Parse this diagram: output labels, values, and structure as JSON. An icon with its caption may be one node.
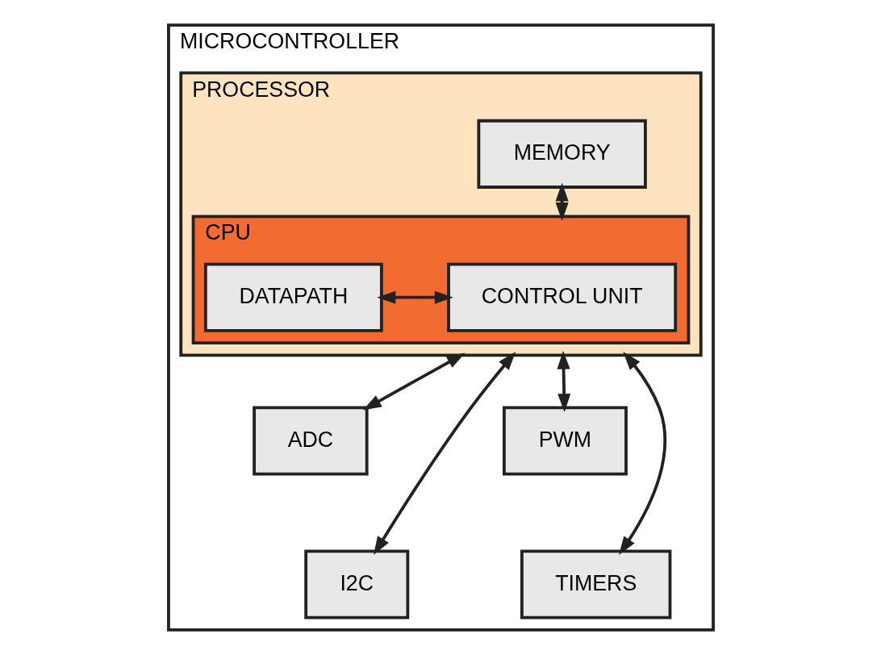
{
  "diagram": {
    "nodes": [
      {
        "text": [
          "MICROCONTROLLER"
        ]
      },
      {
        "text": [
          "PROCESSOR"
        ],
        "in": 0
      },
      {
        "text": [
          "MEMORY"
        ],
        "in": 1
      },
      {
        "text": [
          "CPU"
        ],
        "in": 1
      },
      {
        "text": [
          "DATAPATH"
        ],
        "in": 3
      },
      {
        "text": [
          "CONTROL UNIT"
        ],
        "in": 3
      },
      {
        "text": [
          "ADC"
        ],
        "in": 0
      },
      {
        "text": [
          "I2C"
        ],
        "in": 0
      },
      {
        "text": [
          "PWM"
        ],
        "in": 0
      },
      {
        "text": [
          "TIMERS"
        ],
        "in": 0
      }
    ],
    "edges": [
      {
        "from": 2,
        "to": 3,
        "arrow": "both"
      },
      {
        "from": 4,
        "to": 5,
        "arrow": "both"
      },
      {
        "from": 1,
        "to": 6,
        "arrow": "both"
      },
      {
        "from": 1,
        "to": 7,
        "arrow": "both"
      },
      {
        "from": 1,
        "to": 9,
        "arrow": "both"
      },
      {
        "from": 1,
        "to": 8,
        "arrow": "both"
      }
    ]
  }
}
